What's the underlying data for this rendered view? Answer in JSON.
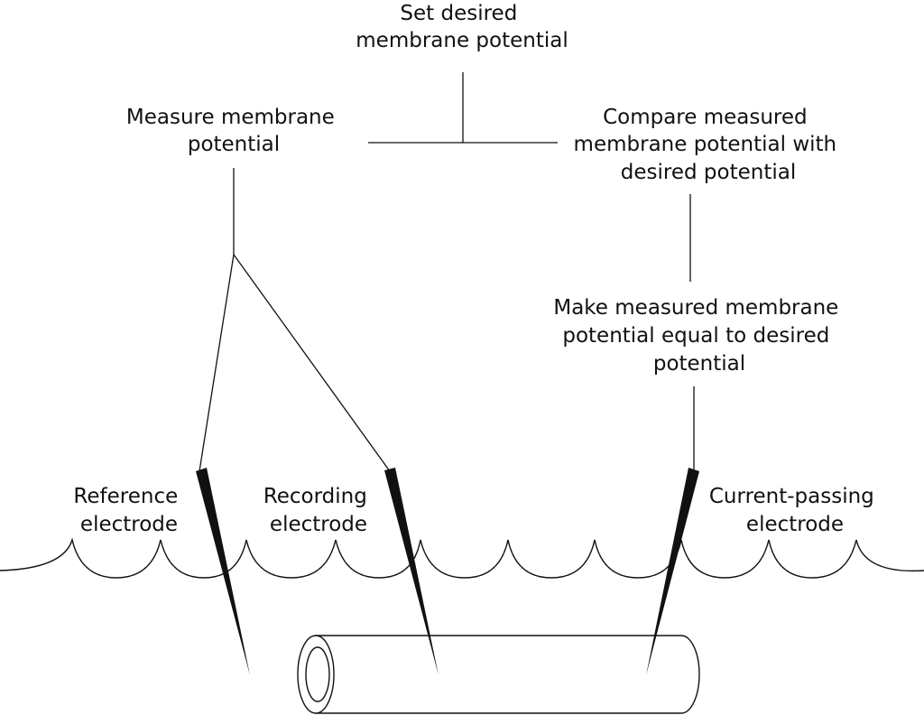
{
  "labels": {
    "set_desired": [
      "Set desired",
      "membrane potential"
    ],
    "measure": [
      "Measure membrane",
      "potential"
    ],
    "compare": [
      "Compare measured",
      "membrane potential with",
      "desired potential"
    ],
    "make_equal": [
      "Make measured membrane",
      "potential equal to desired",
      "potential"
    ],
    "reference": [
      "Reference",
      "electrode"
    ],
    "recording": [
      "Recording",
      "electrode"
    ],
    "current_passing": [
      "Current-passing",
      "electrode"
    ]
  },
  "colors": {
    "ink": "#111111",
    "background": "#ffffff"
  }
}
